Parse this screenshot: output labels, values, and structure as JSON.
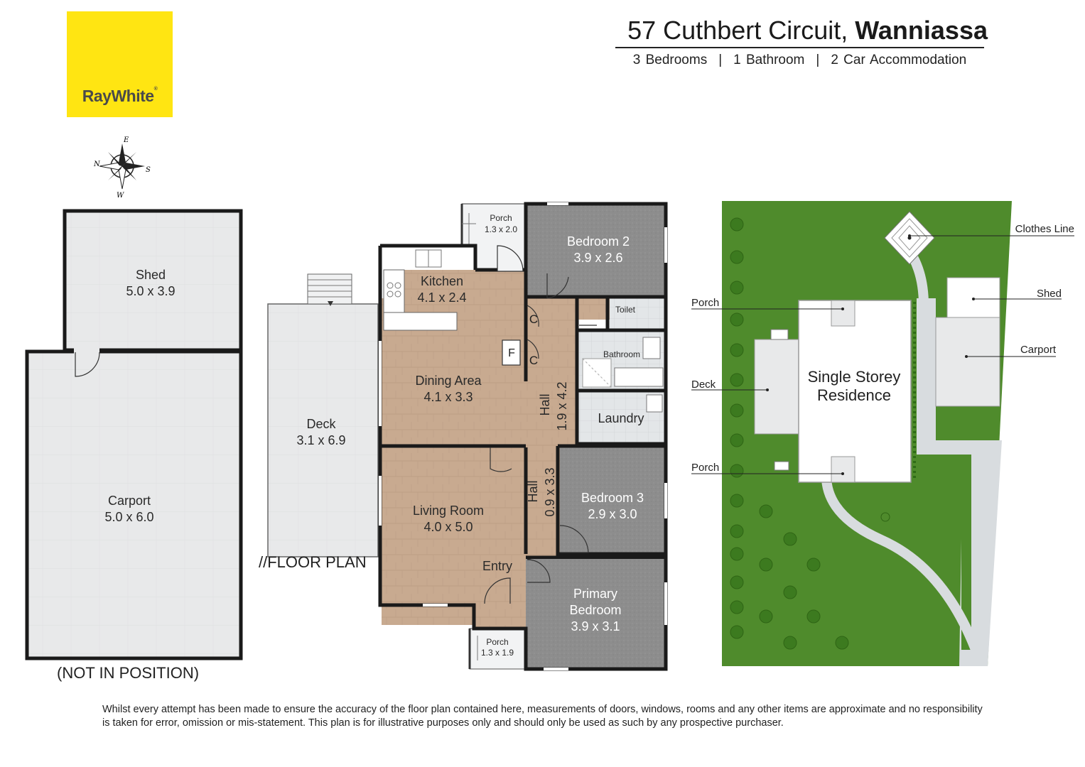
{
  "brand": {
    "logo_text": "RayWhite",
    "logo_color": "#ffe512"
  },
  "header": {
    "address": "57 Cuthbert Circuit,",
    "suburb": "Wanniassa",
    "bedrooms": "3 Bedrooms",
    "bathrooms": "1 Bathroom",
    "cars": "2 Car Accommodation",
    "separator": "|"
  },
  "compass": {
    "n": "N",
    "e": "E",
    "s": "S",
    "w": "W"
  },
  "outbuildings": {
    "shed": {
      "name": "Shed",
      "size": "5.0 x 3.9"
    },
    "carport": {
      "name": "Carport",
      "size": "5.0 x 6.0"
    },
    "note": "(NOT IN POSITION)"
  },
  "floor_plan": {
    "label": "//FLOOR PLAN",
    "rooms": {
      "porch_top": {
        "name": "Porch",
        "size": "1.3 x 2.0"
      },
      "bedroom2": {
        "name": "Bedroom 2",
        "size": "3.9 x 2.6"
      },
      "kitchen": {
        "name": "Kitchen",
        "size": "4.1 x 2.4"
      },
      "toilet": {
        "name": "Toilet"
      },
      "bathroom": {
        "name": "Bathroom"
      },
      "cupboard_1": "C",
      "cupboard_2": "C",
      "fridge": "F",
      "dining": {
        "name": "Dining Area",
        "size": "4.1 x 3.3"
      },
      "hall1": {
        "name": "Hall",
        "size": "1.9 x 4.2"
      },
      "laundry": {
        "name": "Laundry"
      },
      "deck": {
        "name": "Deck",
        "size": "3.1 x 6.9"
      },
      "living": {
        "name": "Living Room",
        "size": "4.0 x 5.0"
      },
      "hall2": {
        "name": "Hall",
        "size": "0.9 x 3.3"
      },
      "bedroom3": {
        "name": "Bedroom 3",
        "size": "2.9 x 3.0"
      },
      "entry": {
        "name": "Entry"
      },
      "primary": {
        "name_line1": "Primary",
        "name_line2": "Bedroom",
        "size": "3.9 x 3.1"
      },
      "porch_bottom": {
        "name": "Porch",
        "size": "1.3 x 1.9"
      }
    }
  },
  "site_plan": {
    "residence_line1": "Single Storey",
    "residence_line2": "Residence",
    "labels": {
      "clothes_line": "Clothes Line",
      "shed": "Shed",
      "carport": "Carport",
      "porch_top": "Porch",
      "deck": "Deck",
      "porch_bottom": "Porch"
    }
  },
  "colors": {
    "wood": "#c7a98f",
    "carpet": "#8c8c8c",
    "tile": "#e5e7e8",
    "deck": "#e8e9ea",
    "lawn": "#4f8b2c",
    "wall": "#1a1a1a"
  },
  "disclaimer": "Whilst every attempt has been made to ensure the accuracy of the floor plan contained here, measurements of doors, windows, rooms and any other items are approximate and no responsibility is taken for error, omission or mis-statement. This plan is for illustrative purposes only and should only be used as such by any prospective purchaser."
}
